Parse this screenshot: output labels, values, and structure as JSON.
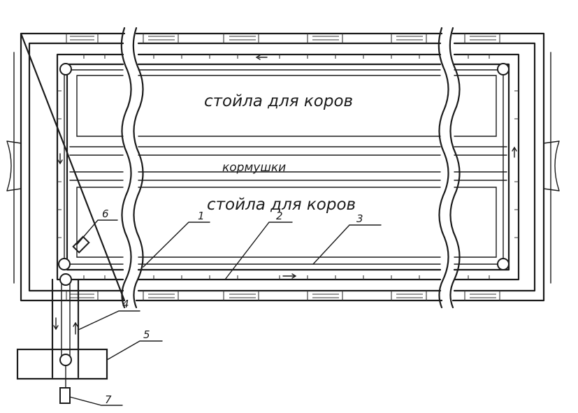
{
  "areas": {
    "stalls_top": "стойла для коров",
    "feeders": "кормушки",
    "stalls_bottom": "стойла для коров"
  },
  "callouts": [
    "1",
    "2",
    "3",
    "4",
    "5",
    "6",
    "7"
  ]
}
